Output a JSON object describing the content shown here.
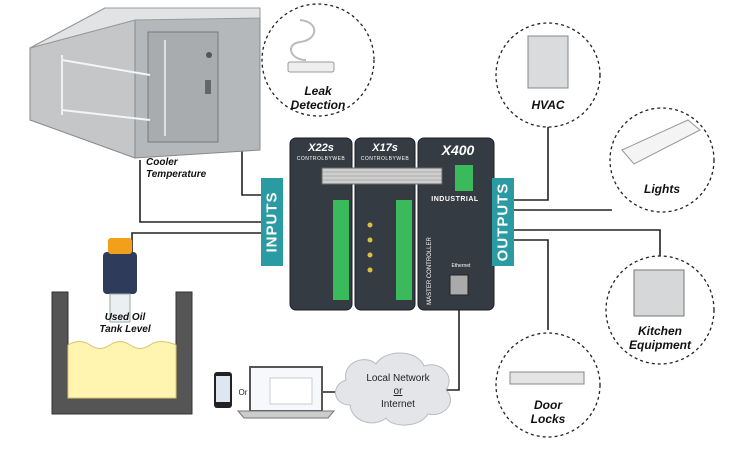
{
  "inputs_label": "INPUTS",
  "outputs_label": "OUTPUTS",
  "cooler_label_1": "Cooler",
  "cooler_label_2": "Temperature",
  "leak_label_1": "Leak",
  "leak_label_2": "Detection",
  "oil_label_1": "Used Oil",
  "oil_label_2": "Tank Level",
  "hvac_label": "HVAC",
  "lights_label": "Lights",
  "kitchen_label_1": "Kitchen",
  "kitchen_label_2": "Equipment",
  "door_label_1": "Door",
  "door_label_2": "Locks",
  "network_line1": "Local Network",
  "network_or": "or",
  "network_line3": "Internet",
  "phone_or": "Or",
  "module1_brand": "X22s",
  "module1_sub": "CONTROLBYWEB",
  "module2_brand": "X17s",
  "module2_sub": "CONTROLBYWEB",
  "module3_brand": "X400",
  "module3_sub": "INDUSTRIAL",
  "module3_vert": "MASTER CONTROLLER",
  "module3_eth": "Ethernet",
  "colors": {
    "teal": "#2a9aa3",
    "steel": "#b9bcbe",
    "oil": "#fff4b0",
    "module": "#353b42",
    "terminal": "#3aba5a"
  }
}
